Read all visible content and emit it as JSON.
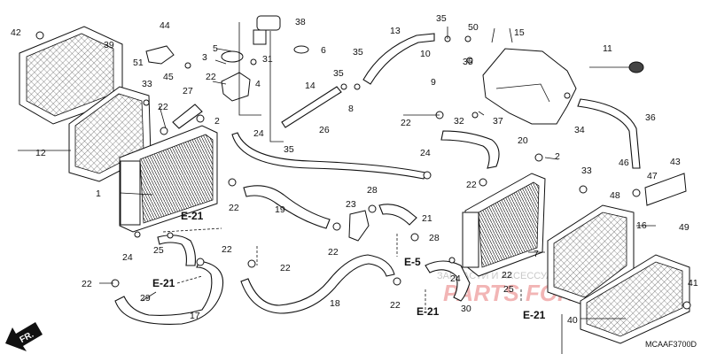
{
  "diagram": {
    "drawing_code": "MCAAF3700D",
    "watermark_text": "ЗАПЧАСТИ И АКСЕССУАРЫ ДЛЯ МОТОЦИКЛОВ",
    "watermark_logo": "PARTS FOR",
    "direction_label": "FR.",
    "reference_labels": [
      "E-21",
      "E-21",
      "E-21",
      "E-5",
      "E-21"
    ],
    "callouts": [
      {
        "id": "c1",
        "n": "1"
      },
      {
        "id": "c2a",
        "n": "2"
      },
      {
        "id": "c2b",
        "n": "2"
      },
      {
        "id": "c3",
        "n": "3"
      },
      {
        "id": "c4",
        "n": "4"
      },
      {
        "id": "c5",
        "n": "5"
      },
      {
        "id": "c6",
        "n": "6"
      },
      {
        "id": "c7",
        "n": "7"
      },
      {
        "id": "c8",
        "n": "8"
      },
      {
        "id": "c9",
        "n": "9"
      },
      {
        "id": "c10",
        "n": "10"
      },
      {
        "id": "c11",
        "n": "11"
      },
      {
        "id": "c12",
        "n": "12"
      },
      {
        "id": "c13",
        "n": "13"
      },
      {
        "id": "c14",
        "n": "14"
      },
      {
        "id": "c15",
        "n": "15"
      },
      {
        "id": "c16",
        "n": "16"
      },
      {
        "id": "c17",
        "n": "17"
      },
      {
        "id": "c18",
        "n": "18"
      },
      {
        "id": "c19",
        "n": "19"
      },
      {
        "id": "c20",
        "n": "20"
      },
      {
        "id": "c21",
        "n": "21"
      },
      {
        "id": "c22a",
        "n": "22"
      },
      {
        "id": "c22b",
        "n": "22"
      },
      {
        "id": "c22c",
        "n": "22"
      },
      {
        "id": "c22d",
        "n": "22"
      },
      {
        "id": "c22e",
        "n": "22"
      },
      {
        "id": "c22f",
        "n": "22"
      },
      {
        "id": "c22g",
        "n": "22"
      },
      {
        "id": "c22h",
        "n": "22"
      },
      {
        "id": "c22i",
        "n": "22"
      },
      {
        "id": "c22j",
        "n": "22"
      },
      {
        "id": "c22k",
        "n": "22"
      },
      {
        "id": "c23",
        "n": "23"
      },
      {
        "id": "c24a",
        "n": "24"
      },
      {
        "id": "c24b",
        "n": "24"
      },
      {
        "id": "c24c",
        "n": "24"
      },
      {
        "id": "c24d",
        "n": "24"
      },
      {
        "id": "c25a",
        "n": "25"
      },
      {
        "id": "c25b",
        "n": "25"
      },
      {
        "id": "c26",
        "n": "26"
      },
      {
        "id": "c27",
        "n": "27"
      },
      {
        "id": "c28a",
        "n": "28"
      },
      {
        "id": "c28b",
        "n": "28"
      },
      {
        "id": "c29",
        "n": "29"
      },
      {
        "id": "c30",
        "n": "30"
      },
      {
        "id": "c31",
        "n": "31"
      },
      {
        "id": "c32",
        "n": "32"
      },
      {
        "id": "c33a",
        "n": "33"
      },
      {
        "id": "c33b",
        "n": "33"
      },
      {
        "id": "c34",
        "n": "34"
      },
      {
        "id": "c35a",
        "n": "35"
      },
      {
        "id": "c35b",
        "n": "35"
      },
      {
        "id": "c35c",
        "n": "35"
      },
      {
        "id": "c35d",
        "n": "35"
      },
      {
        "id": "c35e",
        "n": "35"
      },
      {
        "id": "c36",
        "n": "36"
      },
      {
        "id": "c37",
        "n": "37"
      },
      {
        "id": "c38",
        "n": "38"
      },
      {
        "id": "c39",
        "n": "39"
      },
      {
        "id": "c40",
        "n": "40"
      },
      {
        "id": "c41",
        "n": "41"
      },
      {
        "id": "c42",
        "n": "42"
      },
      {
        "id": "c43",
        "n": "43"
      },
      {
        "id": "c44",
        "n": "44"
      },
      {
        "id": "c45",
        "n": "45"
      },
      {
        "id": "c46",
        "n": "46"
      },
      {
        "id": "c47",
        "n": "47"
      },
      {
        "id": "c48",
        "n": "48"
      },
      {
        "id": "c49",
        "n": "49"
      },
      {
        "id": "c50",
        "n": "50"
      },
      {
        "id": "c51",
        "n": "51"
      }
    ]
  }
}
